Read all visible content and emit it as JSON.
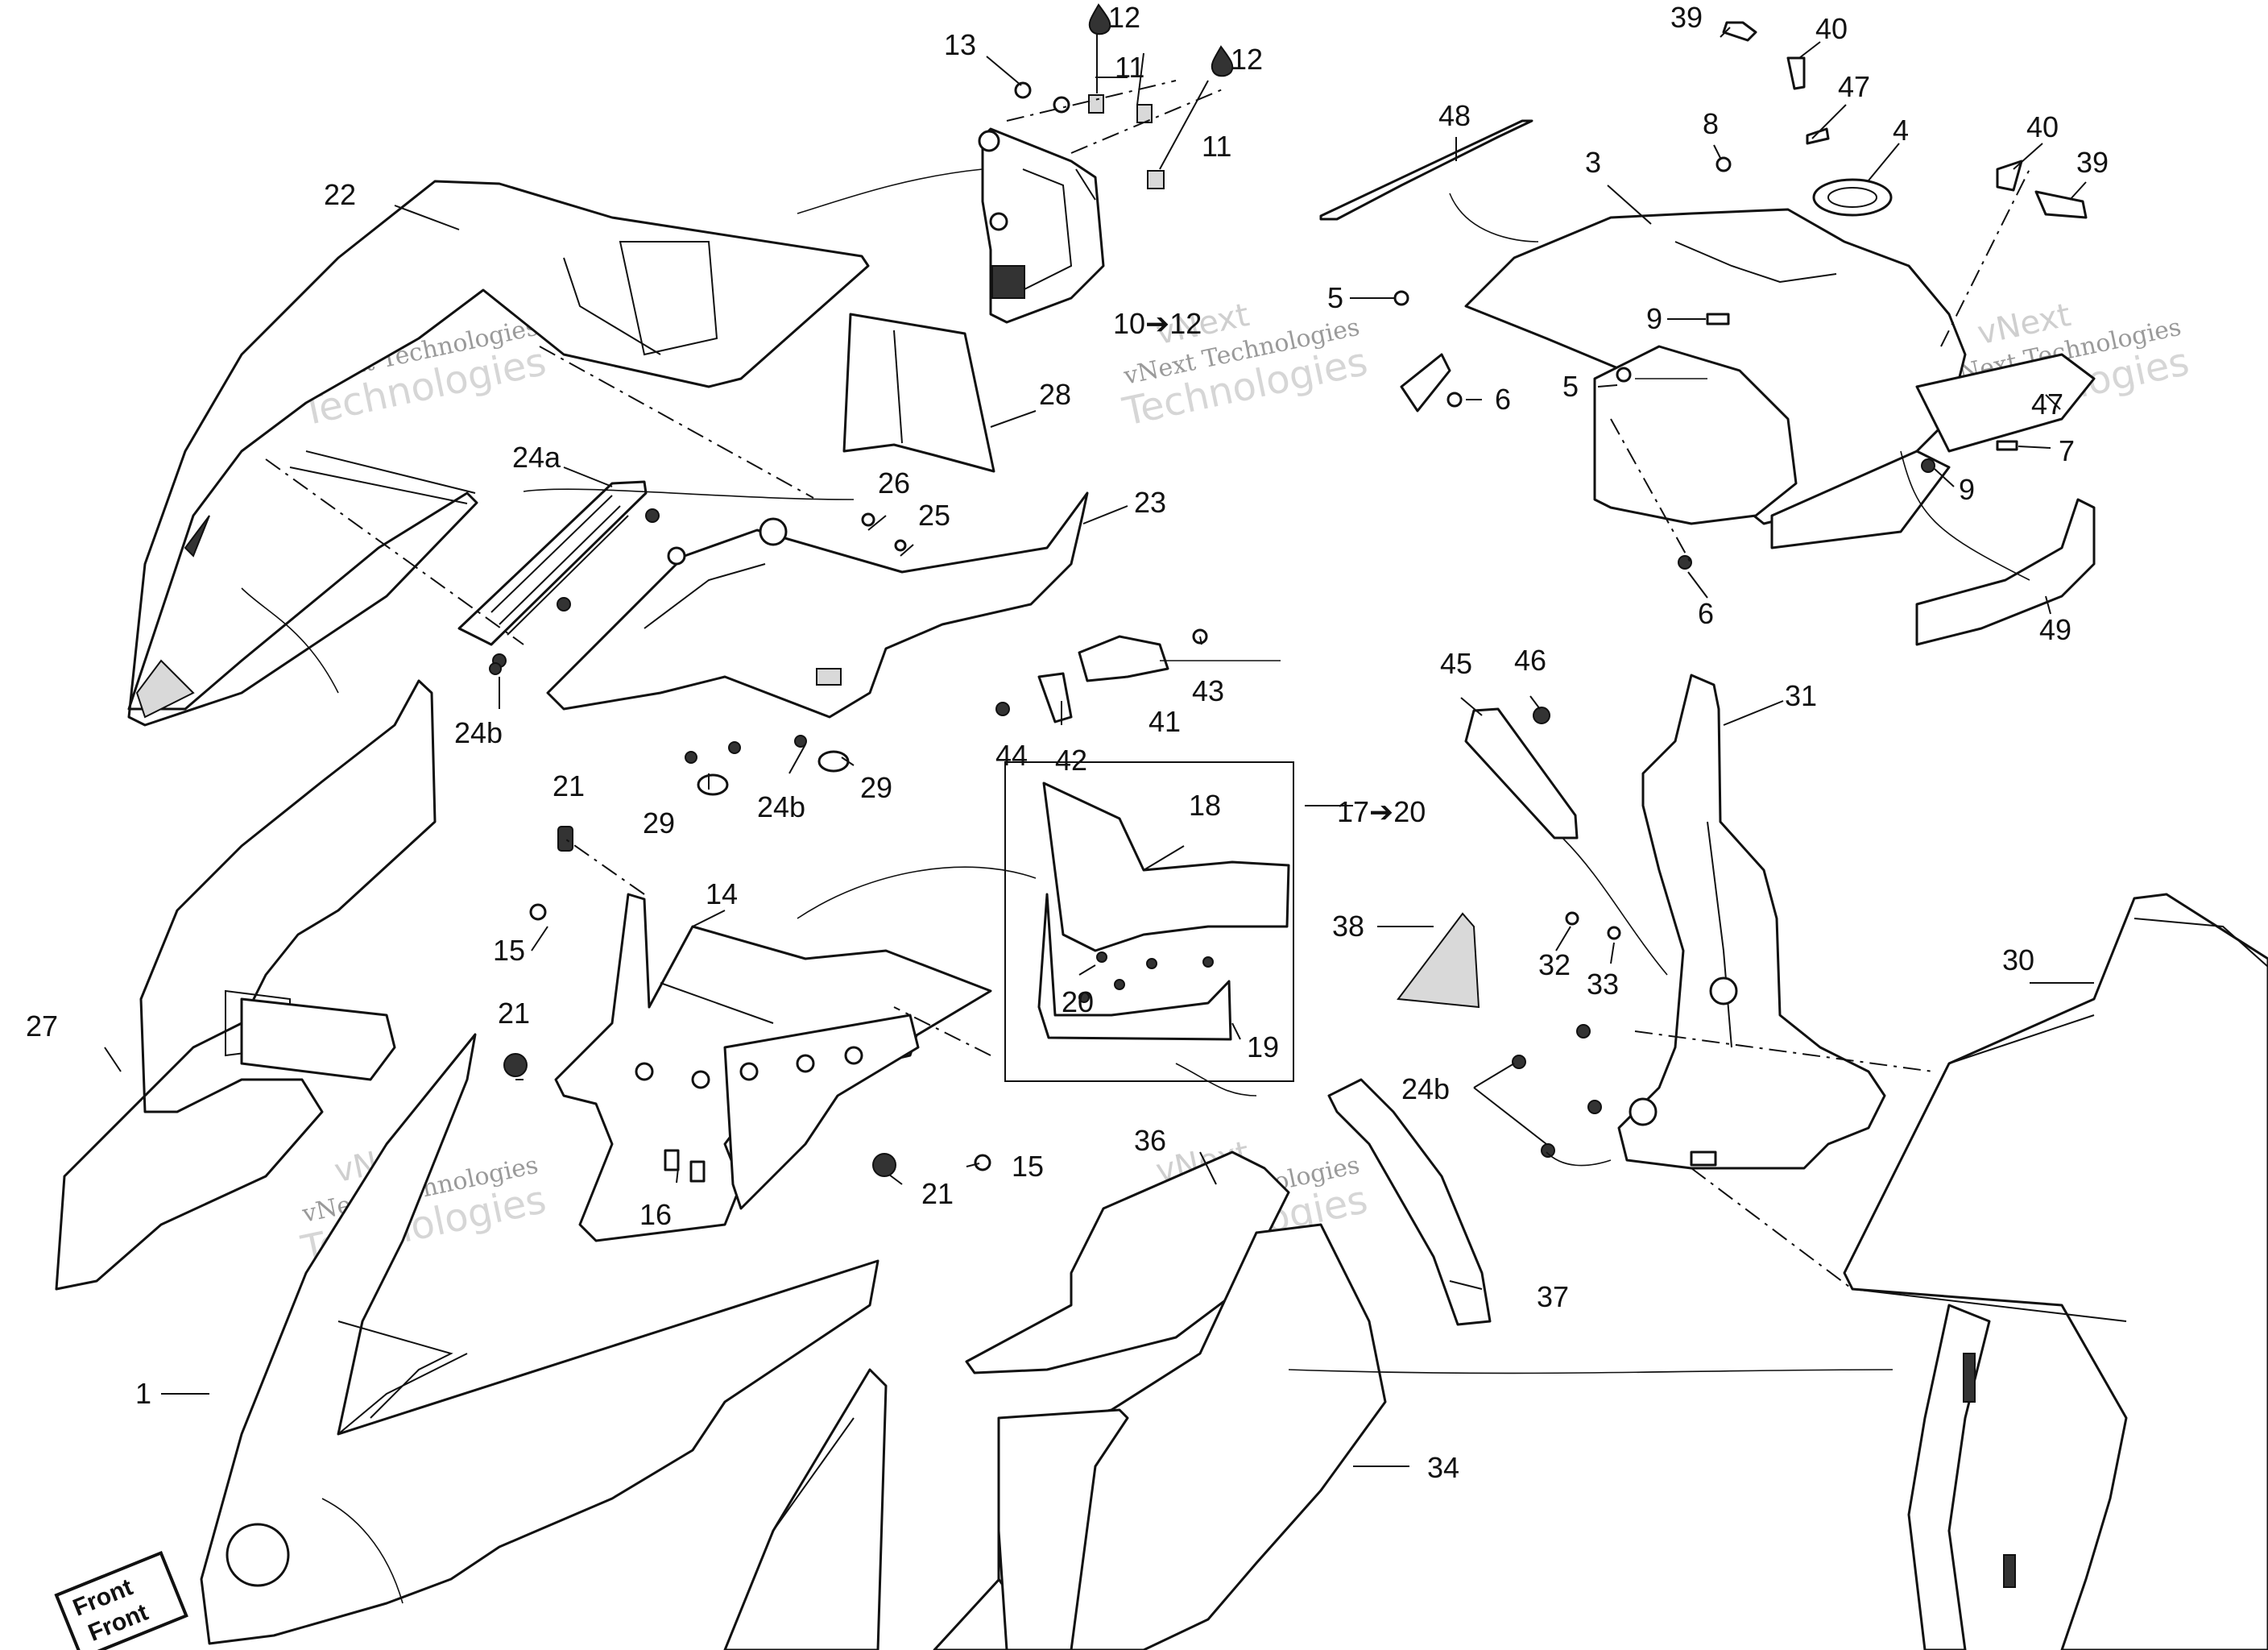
{
  "callouts": [
    {
      "id": "c13",
      "text": "13"
    },
    {
      "id": "c12a",
      "text": "12"
    },
    {
      "id": "c11a",
      "text": "11"
    },
    {
      "id": "c12b",
      "text": "12"
    },
    {
      "id": "c11b",
      "text": "11"
    },
    {
      "id": "c10_12",
      "text": "10➔12"
    },
    {
      "id": "c22",
      "text": "22"
    },
    {
      "id": "c28",
      "text": "28"
    },
    {
      "id": "c24a",
      "text": "24a"
    },
    {
      "id": "c26",
      "text": "26"
    },
    {
      "id": "c25",
      "text": "25"
    },
    {
      "id": "c23",
      "text": "23"
    },
    {
      "id": "c24b_1",
      "text": "24b"
    },
    {
      "id": "c29a",
      "text": "29"
    },
    {
      "id": "c24b_2",
      "text": "24b"
    },
    {
      "id": "c29b",
      "text": "29"
    },
    {
      "id": "c43",
      "text": "43"
    },
    {
      "id": "c41",
      "text": "41"
    },
    {
      "id": "c44",
      "text": "44"
    },
    {
      "id": "c42",
      "text": "42"
    },
    {
      "id": "c21a",
      "text": "21"
    },
    {
      "id": "c14",
      "text": "14"
    },
    {
      "id": "c15a",
      "text": "15"
    },
    {
      "id": "c21b",
      "text": "21"
    },
    {
      "id": "c16",
      "text": "16"
    },
    {
      "id": "c15b",
      "text": "15"
    },
    {
      "id": "c21c",
      "text": "21"
    },
    {
      "id": "c27",
      "text": "27"
    },
    {
      "id": "c18",
      "text": "18"
    },
    {
      "id": "c17_20",
      "text": "17➔20"
    },
    {
      "id": "c20",
      "text": "20"
    },
    {
      "id": "c19",
      "text": "19"
    },
    {
      "id": "c1",
      "text": "1"
    },
    {
      "id": "c36",
      "text": "36"
    },
    {
      "id": "c37",
      "text": "37"
    },
    {
      "id": "c34",
      "text": "34"
    },
    {
      "id": "c38",
      "text": "38"
    },
    {
      "id": "c32",
      "text": "32"
    },
    {
      "id": "c33",
      "text": "33"
    },
    {
      "id": "c24b_3",
      "text": "24b"
    },
    {
      "id": "c45",
      "text": "45"
    },
    {
      "id": "c46",
      "text": "46"
    },
    {
      "id": "c31",
      "text": "31"
    },
    {
      "id": "c30",
      "text": "30"
    },
    {
      "id": "c39a",
      "text": "39"
    },
    {
      "id": "c40a",
      "text": "40"
    },
    {
      "id": "c48",
      "text": "48"
    },
    {
      "id": "c8",
      "text": "8"
    },
    {
      "id": "c47a",
      "text": "47"
    },
    {
      "id": "c4",
      "text": "4"
    },
    {
      "id": "c3",
      "text": "3"
    },
    {
      "id": "c40b",
      "text": "40"
    },
    {
      "id": "c39b",
      "text": "39"
    },
    {
      "id": "c5a",
      "text": "5"
    },
    {
      "id": "c9a",
      "text": "9"
    },
    {
      "id": "c6a",
      "text": "6"
    },
    {
      "id": "c5b",
      "text": "5"
    },
    {
      "id": "c47b",
      "text": "47"
    },
    {
      "id": "c7",
      "text": "7"
    },
    {
      "id": "c9b",
      "text": "9"
    },
    {
      "id": "c6b",
      "text": "6"
    },
    {
      "id": "c49",
      "text": "49"
    }
  ],
  "watermark": {
    "line1": "vNext",
    "line2": "vNext Technologies",
    "line3": "Technologies"
  },
  "front_label": {
    "line1": "Front",
    "line2": "Front"
  }
}
